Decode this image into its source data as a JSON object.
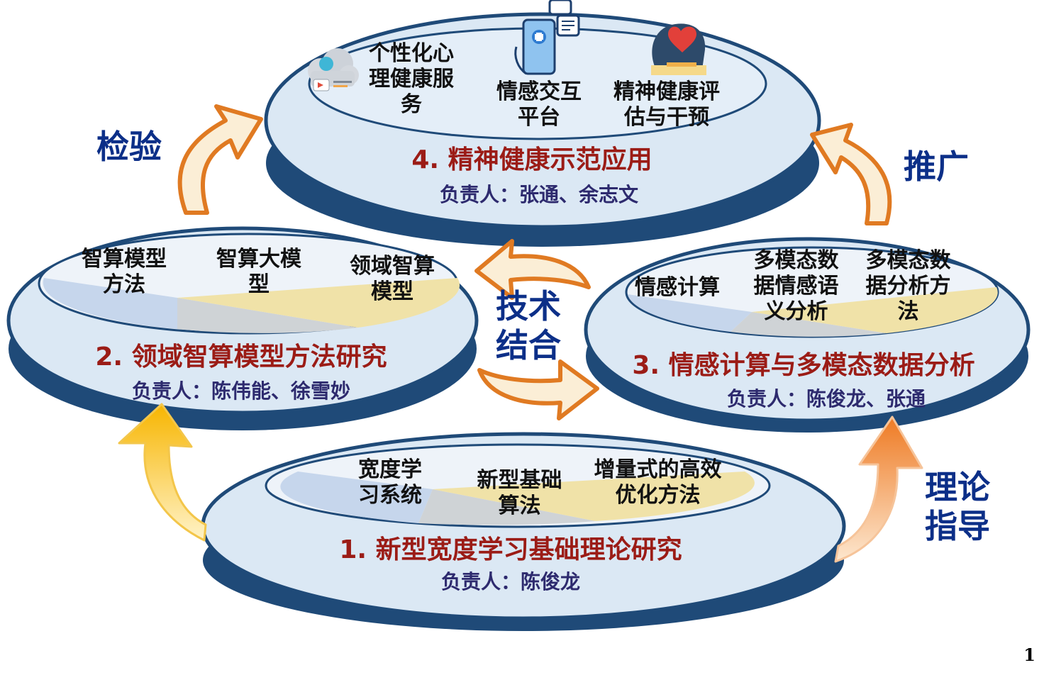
{
  "colors": {
    "ellipse_rim": "#1f4a78",
    "ellipse_face": "#dbe8f4",
    "title_red": "#9b1c16",
    "owner_navy": "#2d2a6e",
    "side_blue": "#0c2f88",
    "arrow_orange": "#e07a22",
    "arrow_yellow": "#f7b500",
    "arrow_cream": "#fbeed6"
  },
  "module4": {
    "items": [
      "个性化心\n理健康服\n务",
      "情感交互\n平台",
      "精神健康评\n估与干预"
    ],
    "title": "4. 精神健康示范应用",
    "owner": "负责人：张通、余志文",
    "icons": [
      "cloud-media-icon",
      "phone-chat-icon",
      "head-heart-icon"
    ]
  },
  "module2": {
    "items": [
      "智算模型\n方法",
      "智算大模\n型",
      "领域智算\n模型"
    ],
    "title": "2. 领域智算模型方法研究",
    "owner": "负责人：陈伟能、徐雪妙"
  },
  "module3": {
    "items": [
      "情感计算",
      "多模态数\n据情感语\n义分析",
      "多模态数\n据分析方\n法"
    ],
    "title": "3. 情感计算与多模态数据分析",
    "owner": "负责人：陈俊龙、张通"
  },
  "module1": {
    "items": [
      "宽度学\n习系统",
      "新型基础\n算法",
      "增量式的高效\n优化方法"
    ],
    "title": "1. 新型宽度学习基础理论研究",
    "owner": "负责人：陈俊龙"
  },
  "labels": {
    "verify": "检验",
    "promote": "推广",
    "tech_combine": "技术\n结合",
    "theory_guide": "理论\n指导"
  },
  "page_number": "1"
}
